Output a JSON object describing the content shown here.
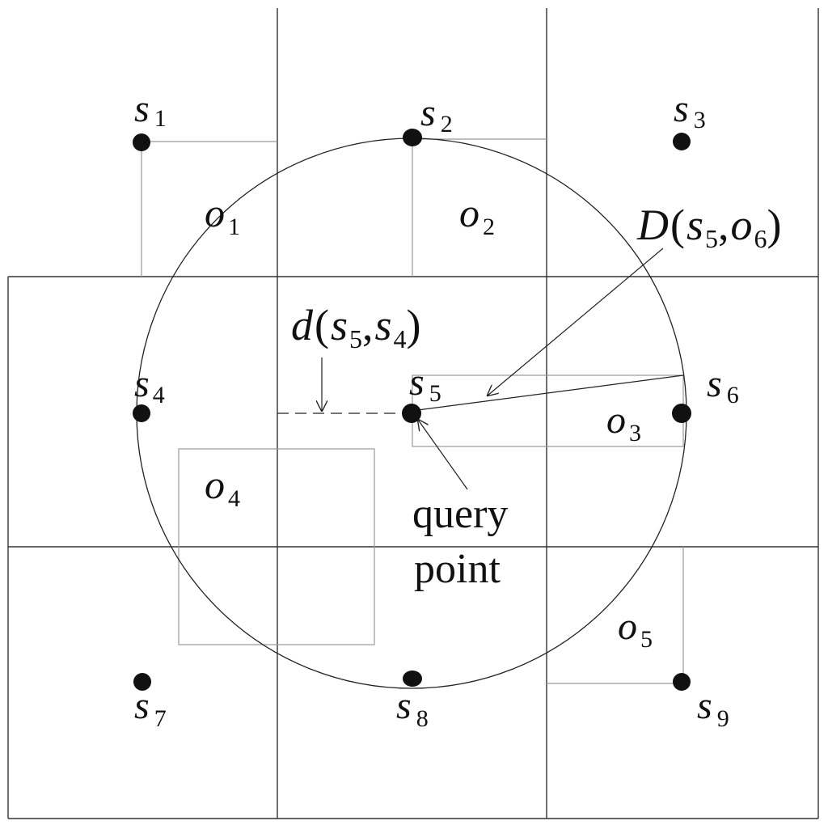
{
  "sites": [
    {
      "letter": "s",
      "sub": "1"
    },
    {
      "letter": "s",
      "sub": "2"
    },
    {
      "letter": "s",
      "sub": "3"
    },
    {
      "letter": "s",
      "sub": "4"
    },
    {
      "letter": "s",
      "sub": "5"
    },
    {
      "letter": "s",
      "sub": "6"
    },
    {
      "letter": "s",
      "sub": "7"
    },
    {
      "letter": "s",
      "sub": "8"
    },
    {
      "letter": "s",
      "sub": "9"
    }
  ],
  "objects": [
    {
      "letter": "o",
      "sub": "1"
    },
    {
      "letter": "o",
      "sub": "2"
    },
    {
      "letter": "o",
      "sub": "3"
    },
    {
      "letter": "o",
      "sub": "4"
    },
    {
      "letter": "o",
      "sub": "5"
    }
  ],
  "annotations": {
    "max_dist": {
      "fn": "D",
      "open": "(",
      "a": "s",
      "a_sub": "5",
      "comma": ",",
      "b": "o",
      "b_sub": "6",
      "close": ")"
    },
    "min_dist": {
      "fn": "d",
      "open": "(",
      "a": "s",
      "a_sub": "5",
      "comma": ",",
      "b": "s",
      "b_sub": "4",
      "close": ")"
    },
    "query_label_line1": "query",
    "query_label_line2": "point"
  },
  "colors": {
    "ink": "#111111",
    "grid": "#333333",
    "box": "#999999"
  }
}
